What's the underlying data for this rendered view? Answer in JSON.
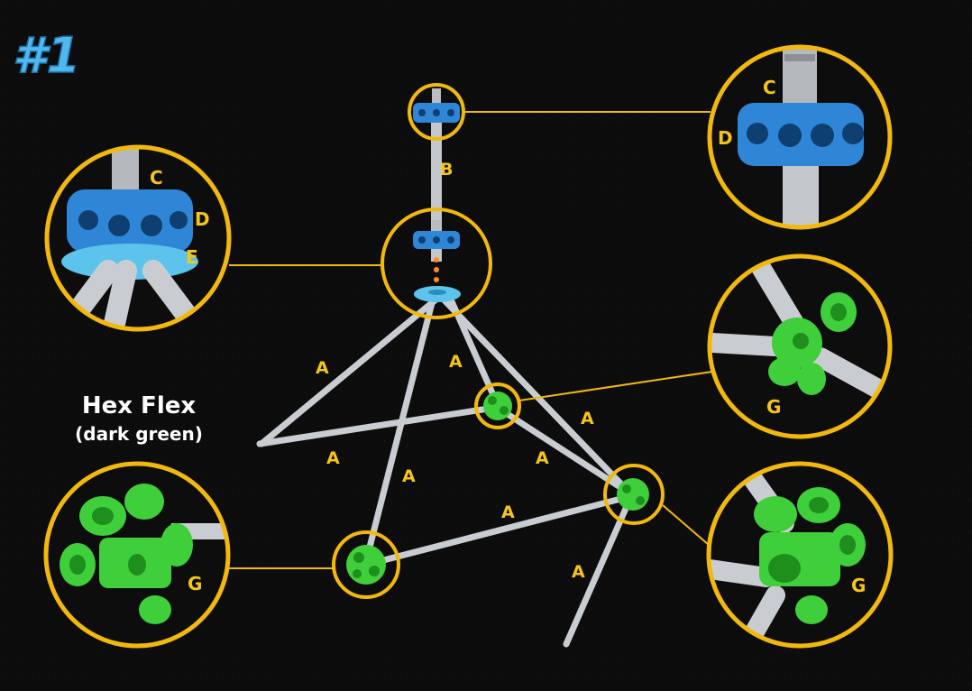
{
  "step_number": "#1",
  "caption": {
    "title": "Hex Flex",
    "subtitle": "(dark green)"
  },
  "part_labels": {
    "rod_a": "A",
    "rod_b": "B",
    "silver_connector_c": "C",
    "blue_hub_d": "D",
    "light_blue_base_e": "E",
    "green_hex_flex_g": "G"
  },
  "colors": {
    "background": "#0c0c0c",
    "highlight_circle": "#f2b90c",
    "part_label": "#f5c518",
    "step_number": "#4fb8ee",
    "rod": "#c9cdd2",
    "blue_hub": "#2f86d6",
    "light_blue_base": "#5cc4ec",
    "green_hex_flex": "#3fcf3a",
    "dotted_guide": "#ff8a2a",
    "caption_text": "#ffffff"
  }
}
